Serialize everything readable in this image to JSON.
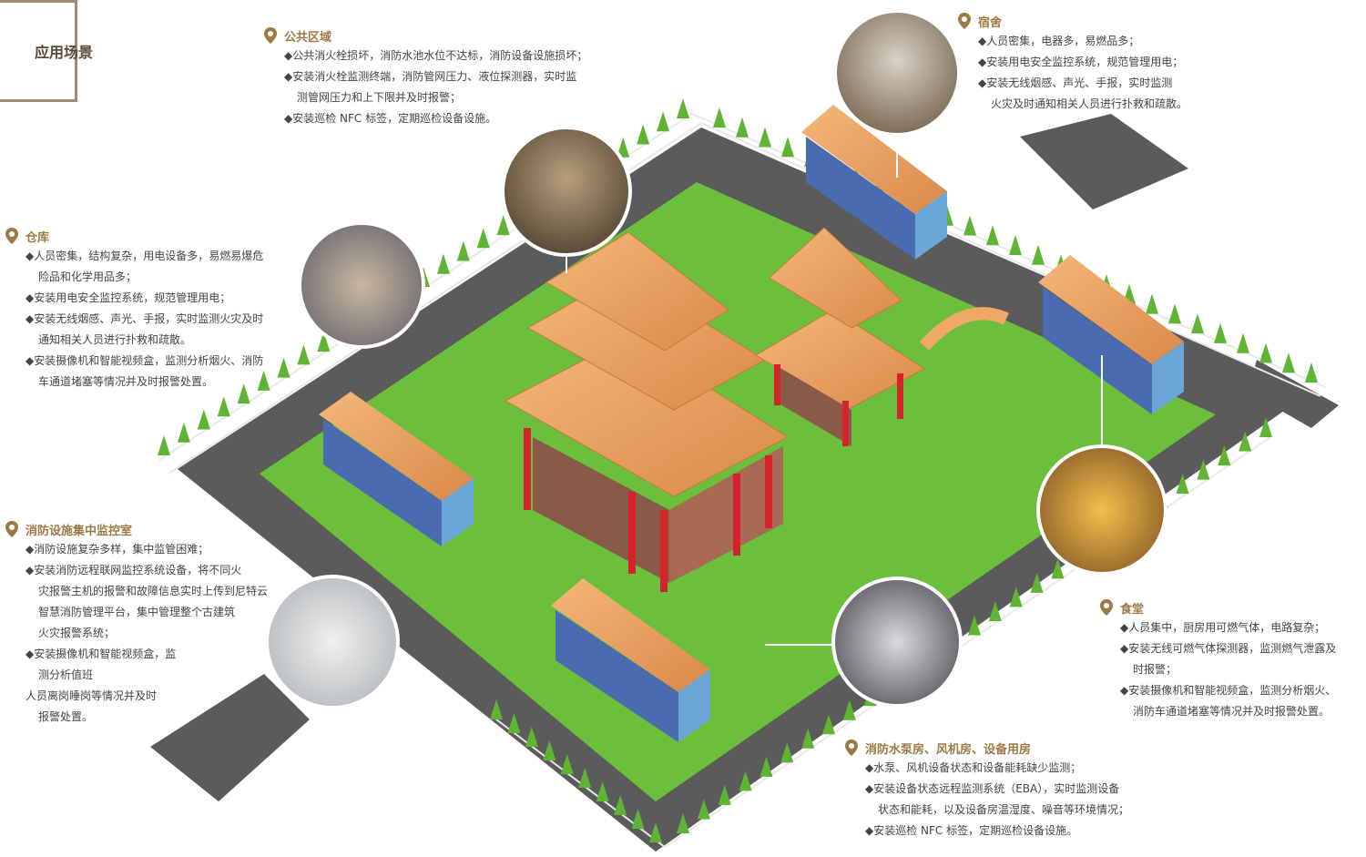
{
  "title": "应用场景",
  "colors": {
    "accent": "#9b7a45",
    "lawn": "#6bbf3a",
    "road": "#5b5b5b",
    "roof": "#f0a868",
    "pillar": "#d4232d"
  },
  "sections": [
    {
      "id": "public-area",
      "title": "公共区域",
      "lines": [
        {
          "text": "◆公共消火栓损坏，消防水池水位不达标，消防设备设施损坏；",
          "cont": false
        },
        {
          "text": "◆安装消火栓监测终端，消防管网压力、液位探测器，实时监",
          "cont": false
        },
        {
          "text": "测管网压力和上下限并及时报警；",
          "cont": true
        },
        {
          "text": "◆安装巡检 NFC 标签，定期巡检设备设施。",
          "cont": false
        }
      ]
    },
    {
      "id": "dormitory",
      "title": "宿舍",
      "lines": [
        {
          "text": "◆人员密集，电器多，易燃品多；",
          "cont": false
        },
        {
          "text": "◆安装用电安全监控系统，规范管理用电；",
          "cont": false
        },
        {
          "text": "◆安装无线烟感、声光、手报，实时监测",
          "cont": false
        },
        {
          "text": "火灾及时通知相关人员进行扑救和疏散。",
          "cont": true
        }
      ]
    },
    {
      "id": "warehouse",
      "title": "仓库",
      "lines": [
        {
          "text": "◆人员密集，结构复杂，用电设备多，易燃易爆危",
          "cont": false
        },
        {
          "text": "险品和化学用品多；",
          "cont": true
        },
        {
          "text": "◆安装用电安全监控系统，规范管理用电；",
          "cont": false
        },
        {
          "text": "◆安装无线烟感、声光、手报，实时监测火灾及时",
          "cont": false
        },
        {
          "text": "通知相关人员进行扑救和疏散。",
          "cont": true
        },
        {
          "text": "◆安装摄像机和智能视频盒，监测分析烟火、消防",
          "cont": false
        },
        {
          "text": "车通道堵塞等情况并及时报警处置。",
          "cont": true
        }
      ]
    },
    {
      "id": "control-room",
      "title": "消防设施集中监控室",
      "lines": [
        {
          "text": "◆消防设施复杂多样，集中监管困难；",
          "cont": false
        },
        {
          "text": "◆安装消防远程联网监控系统设备，将不同火",
          "cont": false
        },
        {
          "text": "灾报警主机的报警和故障信息实时上传到尼特云",
          "cont": true
        },
        {
          "text": "智慧消防管理平台，集中管理整个古建筑",
          "cont": true
        },
        {
          "text": "火灾报警系统；",
          "cont": true
        },
        {
          "text": "◆安装摄像机和智能视频盒，监",
          "cont": false
        },
        {
          "text": "测分析值班",
          "cont": true
        },
        {
          "text": "人员离岗睡岗等情况并及时",
          "cont": false
        },
        {
          "text": "报警处置。",
          "cont": true
        }
      ]
    },
    {
      "id": "canteen",
      "title": "食堂",
      "lines": [
        {
          "text": "◆人员集中，厨房用可燃气体，电路复杂；",
          "cont": false
        },
        {
          "text": "◆安装无线可燃气体探测器，监测燃气泄露及",
          "cont": false
        },
        {
          "text": "时报警；",
          "cont": true
        },
        {
          "text": "◆安装摄像机和智能视频盒，监测分析烟火、",
          "cont": false
        },
        {
          "text": "消防车通道堵塞等情况并及时报警处置。",
          "cont": true
        }
      ]
    },
    {
      "id": "pump-room",
      "title": "消防水泵房、风机房、设备用房",
      "lines": [
        {
          "text": "◆水泵、风机设备状态和设备能耗缺少监测；",
          "cont": false
        },
        {
          "text": "◆安装设备状态远程监测系统（EBA），实时监测设备",
          "cont": false
        },
        {
          "text": "状态和能耗，以及设备房温湿度、噪音等环境情况；",
          "cont": true
        },
        {
          "text": "◆安装巡检 NFC 标签，定期巡检设备设施。",
          "cont": false
        }
      ]
    }
  ]
}
